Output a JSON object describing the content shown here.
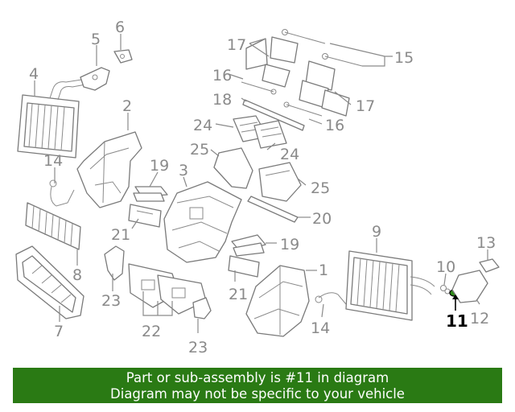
{
  "diagram": {
    "highlighted_part": "11",
    "callouts": [
      "1",
      "2",
      "3",
      "4",
      "5",
      "6",
      "7",
      "8",
      "9",
      "10",
      "11",
      "12",
      "13",
      "14",
      "14",
      "15",
      "16",
      "16",
      "17",
      "17",
      "18",
      "19",
      "19",
      "20",
      "21",
      "21",
      "22",
      "23",
      "23",
      "24",
      "24",
      "25",
      "25"
    ],
    "labels": {
      "c1": "1",
      "c2": "2",
      "c3": "3",
      "c4": "4",
      "c5": "5",
      "c6": "6",
      "c7": "7",
      "c8": "8",
      "c9": "9",
      "c10": "10",
      "c11": "11",
      "c12": "12",
      "c13": "13",
      "c14a": "14",
      "c14b": "14",
      "c15": "15",
      "c16a": "16",
      "c16b": "16",
      "c17a": "17",
      "c17b": "17",
      "c18": "18",
      "c19a": "19",
      "c19b": "19",
      "c20": "20",
      "c21a": "21",
      "c21b": "21",
      "c22": "22",
      "c23a": "23",
      "c23b": "23",
      "c24a": "24",
      "c24b": "24",
      "c25a": "25",
      "c25b": "25"
    },
    "colors": {
      "line": "#7a7a7a",
      "highlight": "#000000",
      "banner": "#2a7a14"
    }
  },
  "banner": {
    "line1": "Part or sub-assembly is #11 in diagram",
    "line2": "Diagram may not be specific to your vehicle"
  }
}
